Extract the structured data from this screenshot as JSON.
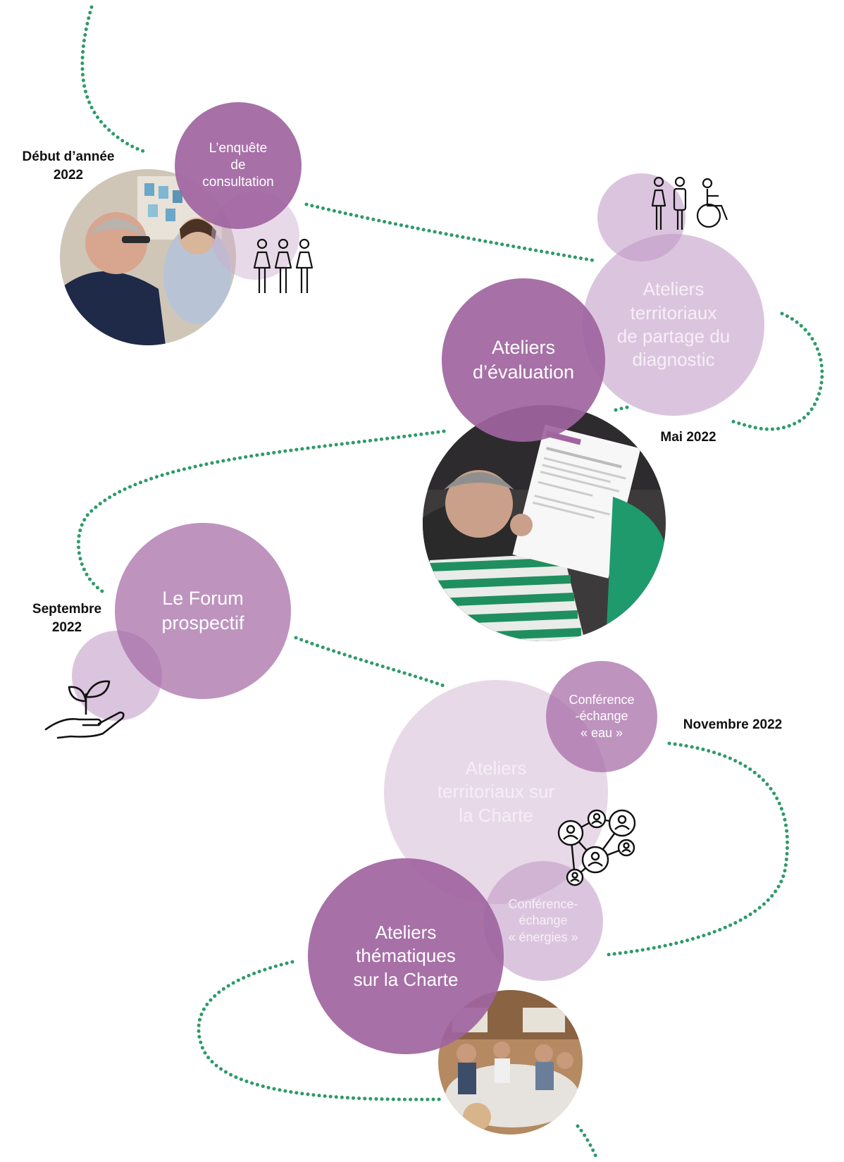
{
  "dates": {
    "d1": "Début d’année\n2022",
    "d2": "Mai 2022",
    "d3": "Septembre\n2022",
    "d4": "Novembre 2022"
  },
  "bubbles": {
    "enquete": "L’enquête\nde\nconsultation",
    "partage": "Ateliers\nterritoriaux\nde partage du\ndiagnostic",
    "evaluation": "Ateliers\nd’évaluation",
    "forum": "Le Forum\nprospectif",
    "conf_eau": "Conférence\n-échange\n« eau »",
    "charte_territoriaux": "Ateliers\nterritoriaux sur\nla Charte",
    "conf_energies": "Conférence-\néchange\n« énergies »",
    "thematiques": "Ateliers\nthématiques\nsur la Charte"
  },
  "colors": {
    "purple_dark": "#a064a0",
    "purple_light": "#c9a3cc",
    "path_green": "#2e9a6a"
  },
  "icons": [
    "people-group-icon",
    "accessibility-people-icon",
    "plant-in-hand-icon",
    "network-people-icon"
  ]
}
